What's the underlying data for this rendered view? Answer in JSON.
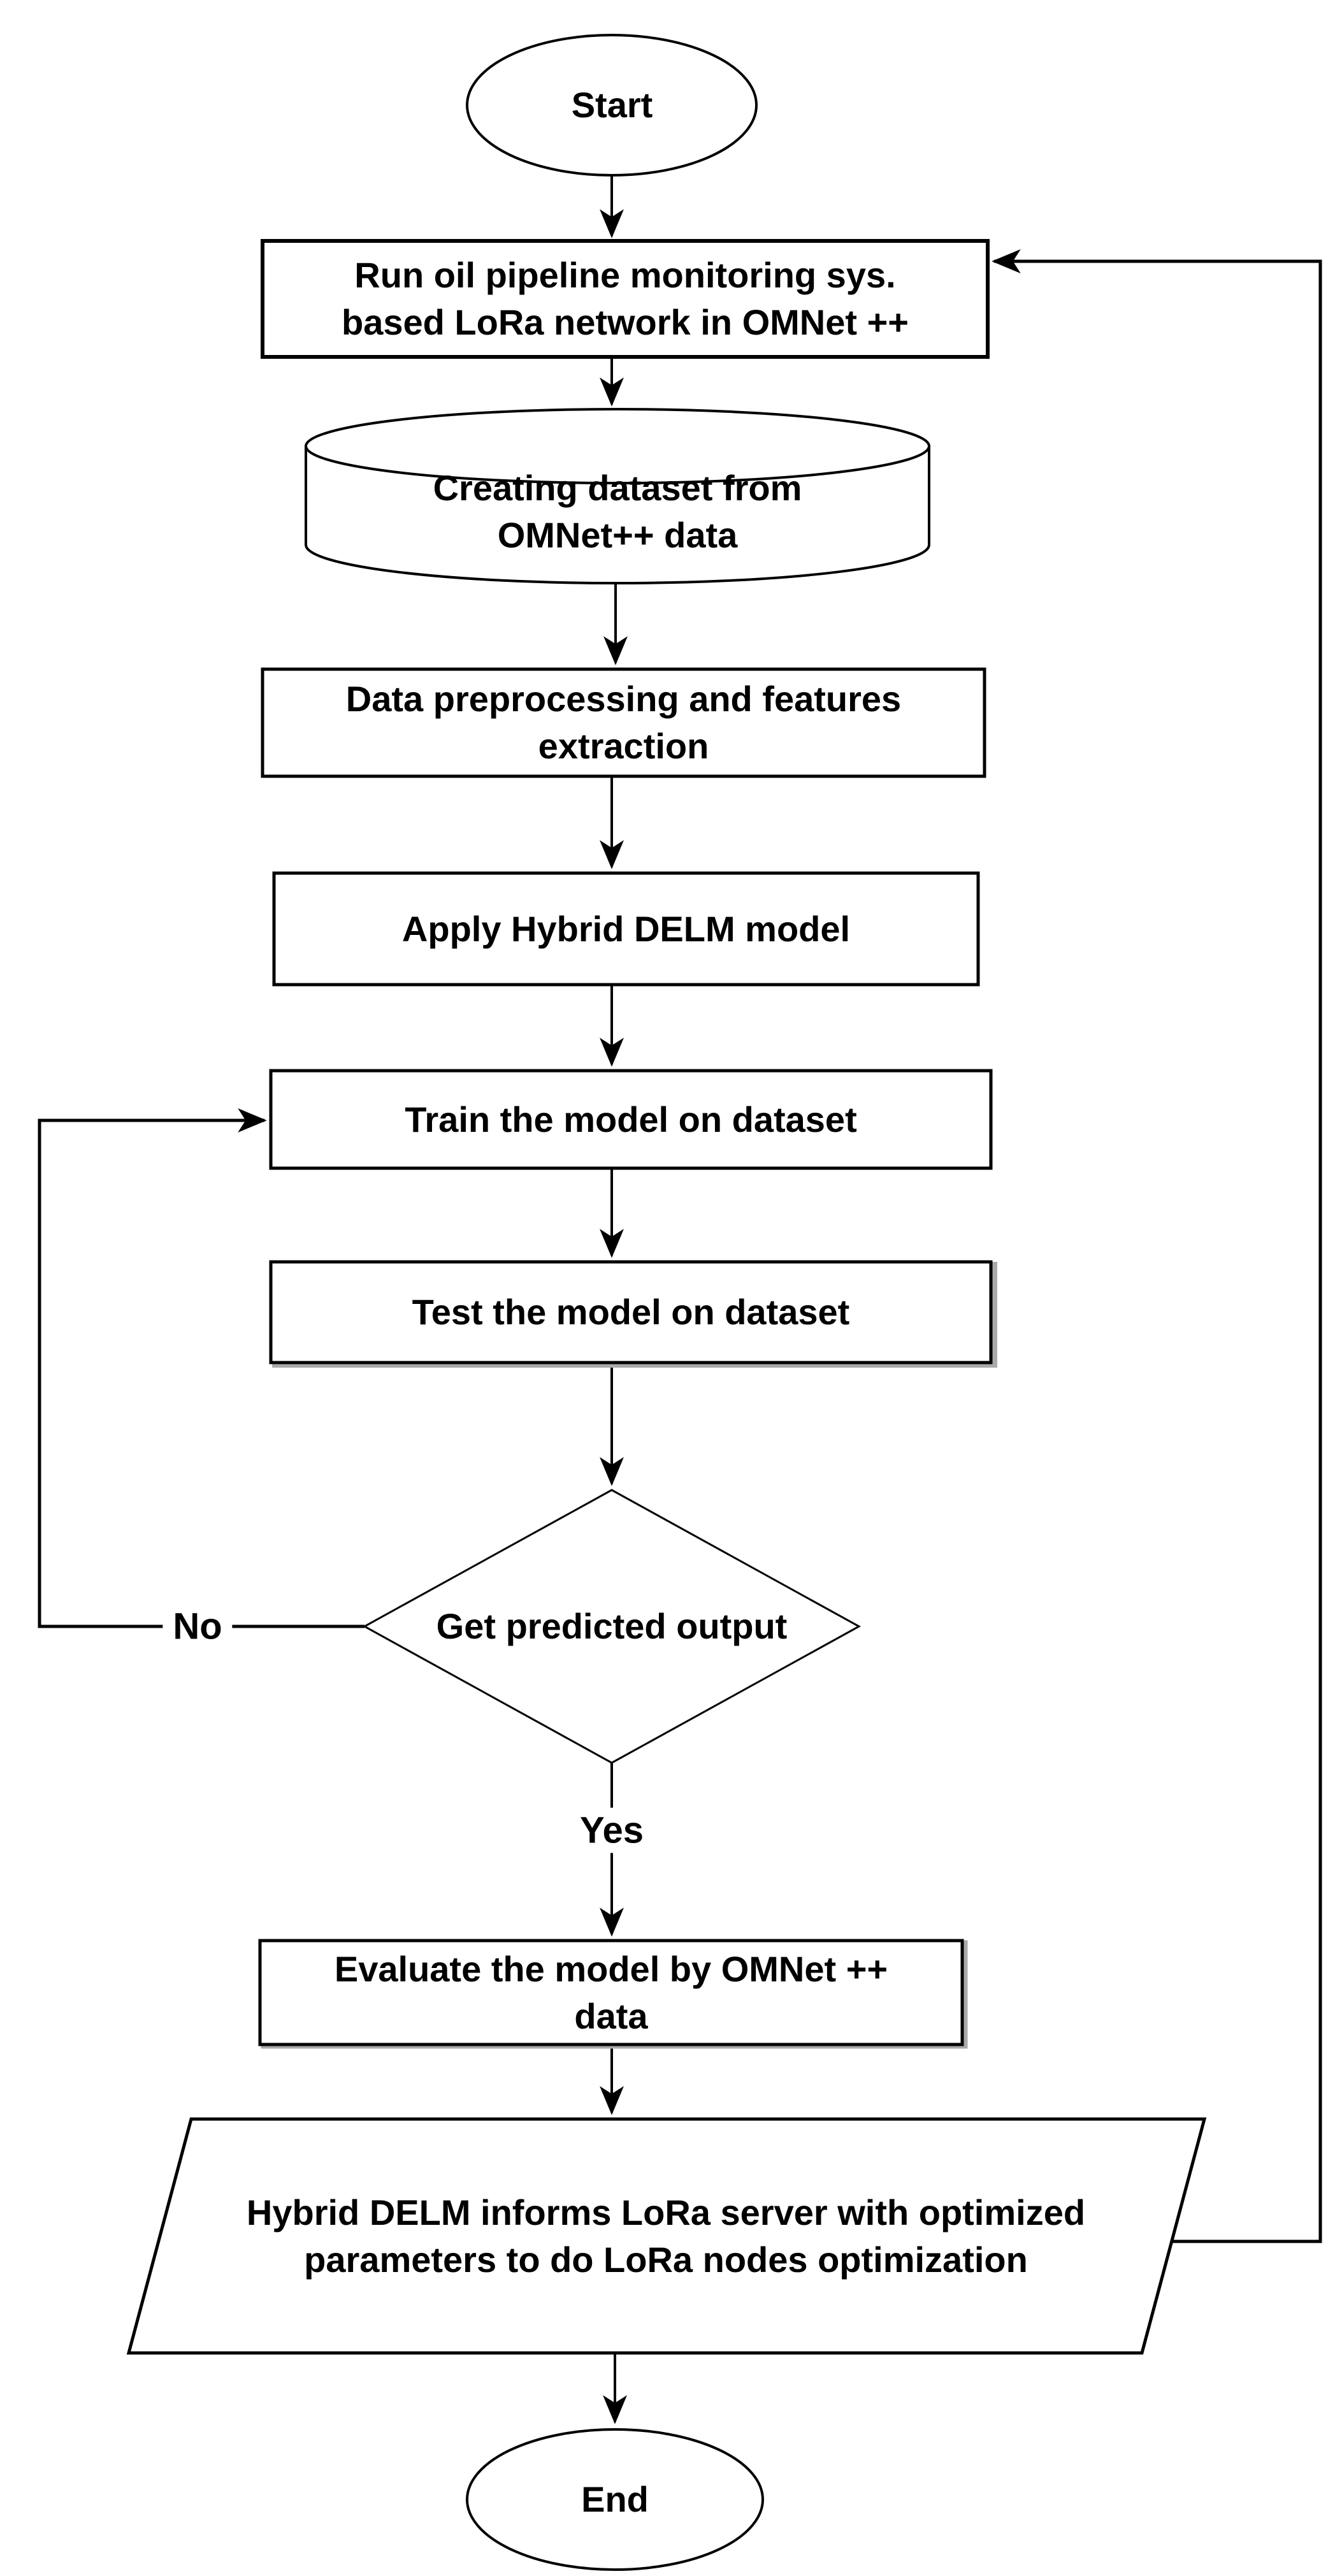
{
  "figure": {
    "background": "#ffffff",
    "shape_fill": "#ffffff",
    "stroke_color": "#000000",
    "text_color": "#000000"
  },
  "flowchart": {
    "nodes": {
      "start": {
        "type": "terminator",
        "label": "Start"
      },
      "run_sim": {
        "type": "process",
        "lines": [
          "Run oil pipeline monitoring sys.",
          "based LoRa network in OMNet ++"
        ]
      },
      "create_dataset": {
        "type": "database",
        "lines": [
          "Creating dataset from",
          "OMNet++ data"
        ]
      },
      "preprocess": {
        "type": "process",
        "lines": [
          "Data preprocessing and features",
          "extraction"
        ]
      },
      "apply_model": {
        "type": "process",
        "label": "Apply Hybrid DELM model"
      },
      "train": {
        "type": "process",
        "label": "Train the model on dataset"
      },
      "test": {
        "type": "process",
        "label": "Test the model on dataset"
      },
      "decision": {
        "type": "decision",
        "label": "Get predicted output"
      },
      "evaluate": {
        "type": "process",
        "lines": [
          "Evaluate the model by OMNet ++",
          "data"
        ]
      },
      "inform": {
        "type": "input_output",
        "lines": [
          "Hybrid DELM informs LoRa server with optimized",
          "parameters to do LoRa nodes optimization"
        ]
      },
      "end": {
        "type": "terminator",
        "label": "End"
      }
    },
    "edge_labels": {
      "no": "No",
      "yes": "Yes"
    }
  }
}
